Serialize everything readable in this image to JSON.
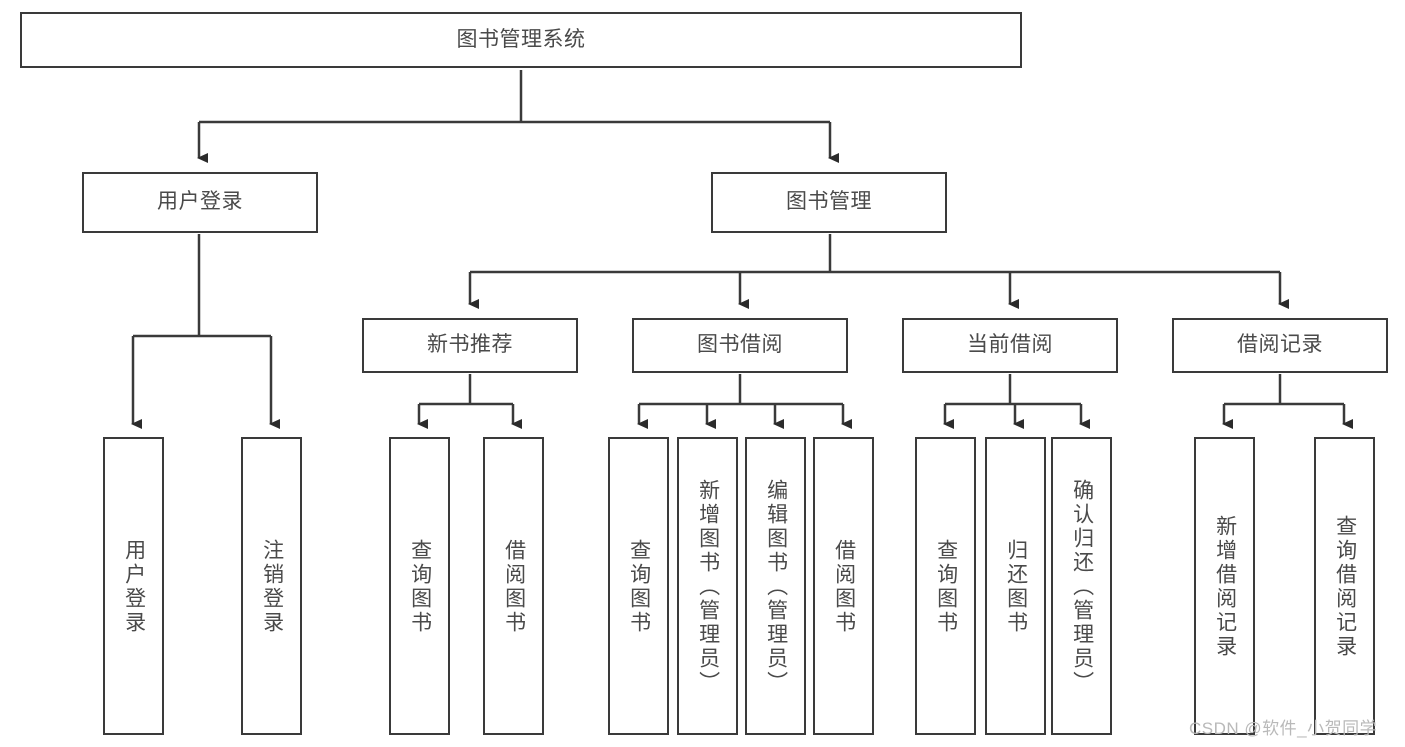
{
  "diagram": {
    "title": "图书管理系统",
    "type": "tree-hierarchy-chart",
    "root": {
      "label": "图书管理系统"
    },
    "level2": [
      {
        "label": "用户登录"
      },
      {
        "label": "图书管理"
      }
    ],
    "level3": [
      {
        "label": "新书推荐"
      },
      {
        "label": "图书借阅"
      },
      {
        "label": "当前借阅"
      },
      {
        "label": "借阅记录"
      }
    ],
    "leaves": {
      "user_login": [
        {
          "label": "用户登录"
        },
        {
          "label": "注销登录"
        }
      ],
      "new_book_recommend": [
        {
          "label": "查询图书"
        },
        {
          "label": "借阅图书"
        }
      ],
      "book_borrow": [
        {
          "label": "查询图书"
        },
        {
          "label": "新增图书（管理员）"
        },
        {
          "label": "编辑图书（管理员）"
        },
        {
          "label": "借阅图书"
        }
      ],
      "current_borrow": [
        {
          "label": "查询图书"
        },
        {
          "label": "归还图书"
        },
        {
          "label": "确认归还（管理员）"
        }
      ],
      "borrow_record": [
        {
          "label": "新增借阅记录"
        },
        {
          "label": "查询借阅记录"
        }
      ]
    }
  },
  "watermark": {
    "text": "CSDN @软件_小贺同学"
  },
  "colors": {
    "stroke": "#3a3a3a",
    "text": "#4a4a4a",
    "background": "#ffffff",
    "watermark": "#b9b9b9"
  }
}
